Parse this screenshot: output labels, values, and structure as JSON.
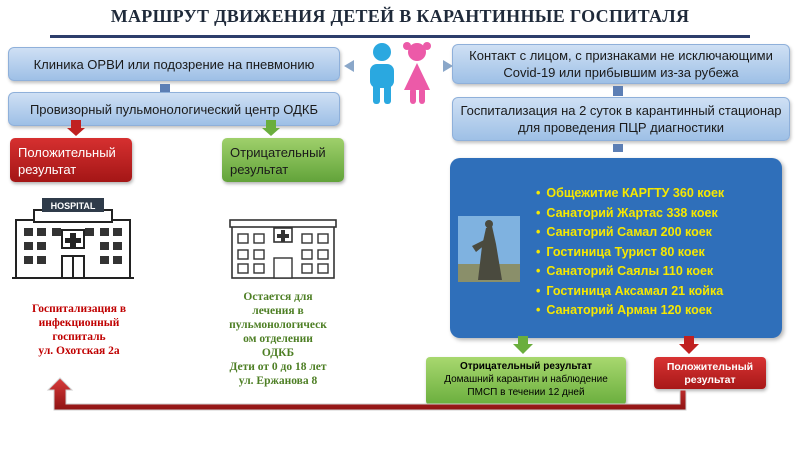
{
  "title": "МАРШРУТ ДВИЖЕНИЯ ДЕТЕЙ В КАРАНТИННЫЕ ГОСПИТАЛЯ",
  "left": {
    "box1": "Клиника ОРВИ или подозрение на пневмонию",
    "box2": "Провизорный пульмонологический центр ОДКБ",
    "positive": "Положительный результат",
    "negative": "Отрицательный результат",
    "hospital_sign": "HOSPITAL",
    "positive_note": [
      "Госпитализация в",
      "инфекционный",
      "госпиталь",
      "ул. Охотская 2а"
    ],
    "negative_note": [
      "Остается для",
      "лечения в",
      "пульмонологическ",
      "ом отделении",
      "ОДКБ",
      "Дети от 0 до 18 лет",
      "ул. Ержанова 8"
    ]
  },
  "right": {
    "contact": "Контакт с лицом, с признаками не исключающими Covid-19 или прибывшим из-за рубежа",
    "hospitalization": "Госпитализация на 2 суток в карантинный стационар для проведения ПЦР диагностики",
    "hospitals": [
      "Общежитие КАРГТУ 360 коек",
      "Санаторий Жартас 338 коек",
      "Санаторий Самал 200 коек",
      "Гостиница Турист 80 коек",
      "Санаторий Саялы 110 коек",
      "Гостиница Аксамал 21 койка",
      "Санаторий Арман 120 коек"
    ],
    "neg_result_title": "Отрицательный результат",
    "neg_result_text": [
      "Домашний карантин и наблюдение",
      "ПМСП в течении 12 дней"
    ],
    "pos_result": "Положительный результат"
  },
  "colors": {
    "blue_box": "#b6d0ee",
    "red_box": "#c02020",
    "green_box": "#7fbd4f",
    "list_bg": "#2f6fba",
    "list_text": "#f6e800",
    "red_text": "#c00000",
    "green_text": "#4e7f25"
  }
}
